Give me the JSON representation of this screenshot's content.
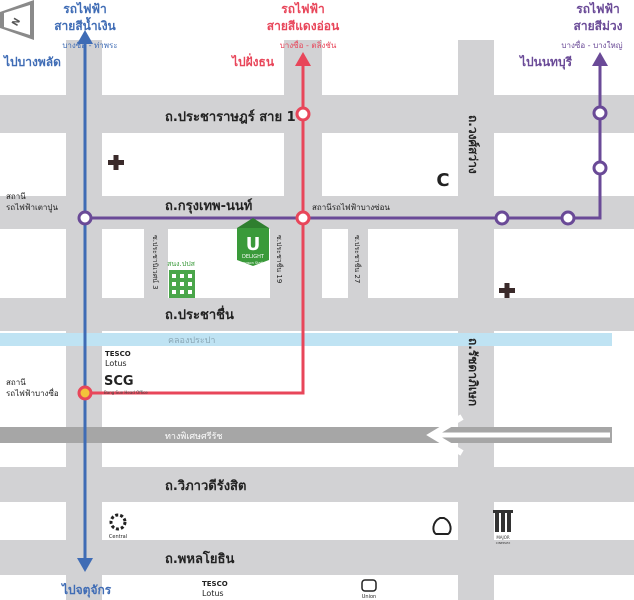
{
  "colors": {
    "blue_line": "#3f6cb5",
    "red_line": "#e8465a",
    "purple_line": "#6a4a97",
    "road": "#d2d2d4",
    "canal": "#bfe3f3",
    "expressway": "#a6a6a6",
    "background": "#ffffff",
    "brand_green": "#3a9a3a"
  },
  "transit_lines": {
    "blue": {
      "title": "รถไฟฟ้า",
      "subtitle": "สายสีน้ำเงิน",
      "route": "บางซื่อ - ท่าพระ",
      "north_label": "ไปบางพลัด",
      "south_label": "ไปจตุจักร"
    },
    "red": {
      "title": "รถไฟฟ้า",
      "subtitle": "สายสีแดงอ่อน",
      "route": "บางซื่อ - ตลิ่งชัน",
      "north_label": "ไปฝั่งธน"
    },
    "purple": {
      "title": "รถไฟฟ้า",
      "subtitle": "สายสีม่วง",
      "route": "บางซื่อ - บางใหญ่",
      "north_label": "ไปนนทบุรี"
    }
  },
  "roads": {
    "pracharat_sai_1": "ถ.ประชาราษฎร์ สาย 1",
    "krungthep_nonthaburi": "ถ.กรุงเทพ-นนท์",
    "pracha_chuen": "ถ.ประชาชื่น",
    "wiphawadi": "ถ.วิภาวดีรังสิต",
    "phahonyothin": "ถ.พหลโยธิน",
    "wongsawang": "ถ.วงศ์สว่าง",
    "ratchadaphisek": "ถ.รัชดาภิเษก",
    "expressway": "ทางพิเศษศรีรัช",
    "canal": "คลองประปา",
    "soi_left": "ซ.ประชานิเวศน์ 3",
    "soi_mid": "ซ.ประชาชื่น 19",
    "soi_right": "ซ.ประชาชื่น 27"
  },
  "stations": {
    "tao_poon": {
      "line1": "สถานี",
      "line2": "รถไฟฟ้าเตาปูน"
    },
    "bang_son": "สถานีรถไฟฟ้าบางซ่อน",
    "bang_sue": {
      "line1": "สถานี",
      "line2": "รถไฟฟ้าบางซื่อ"
    }
  },
  "landmarks": {
    "delight_initial": "U",
    "delight_name": "DELIGHT",
    "delight_sub": "Bangson Station",
    "tesco_name": "TESCO",
    "lotus_name": "Lotus",
    "scg": "SCG",
    "scg_sub": "Bang Sue Head Office",
    "office_label": "สนง.ปปส",
    "bigc": "C",
    "major": "MAJOR",
    "major_sub": "CINEPLEX",
    "central": "Central",
    "union_mall": "Union"
  },
  "compass": "N"
}
